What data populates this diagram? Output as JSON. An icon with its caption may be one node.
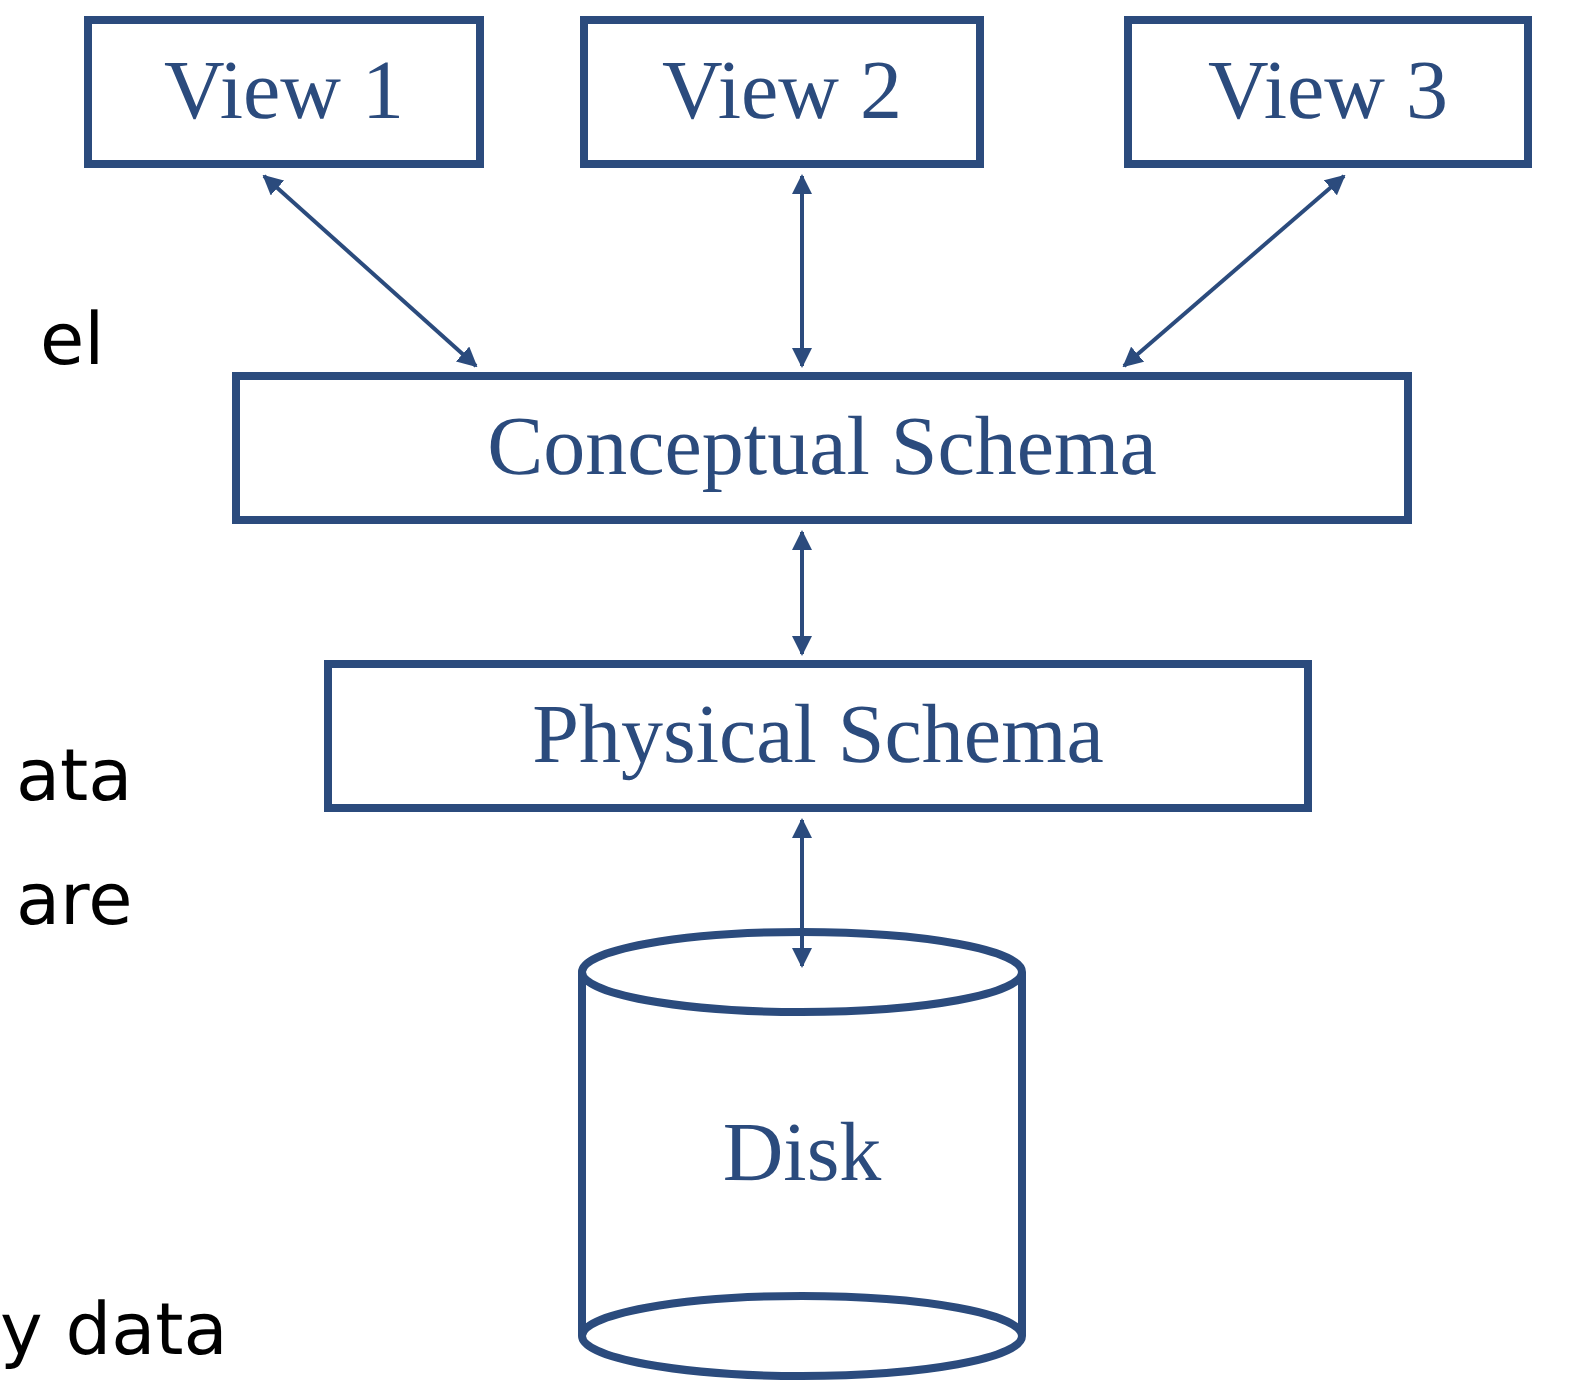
{
  "diagram": {
    "nodes": [
      {
        "text": [
          "View 1"
        ]
      },
      {
        "text": [
          "View 2"
        ]
      },
      {
        "text": [
          "View 3"
        ]
      },
      {
        "text": [
          "Conceptual Schema"
        ]
      },
      {
        "text": [
          "Physical Schema"
        ]
      },
      {
        "text": [
          "Disk"
        ]
      }
    ],
    "edges": [
      {
        "from": 0,
        "to": 3,
        "arrow": "both"
      },
      {
        "from": 1,
        "to": 3,
        "arrow": "both"
      },
      {
        "from": 2,
        "to": 3,
        "arrow": "both"
      },
      {
        "from": 3,
        "to": 4,
        "arrow": "both"
      },
      {
        "from": 4,
        "to": 5,
        "arrow": "both"
      }
    ],
    "labels": [
      "el",
      "ata",
      "are",
      "y data"
    ]
  }
}
